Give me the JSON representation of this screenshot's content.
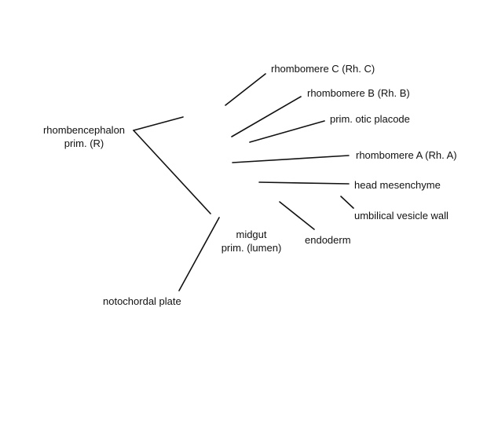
{
  "labels": {
    "rhombomere_c": "rhombomere C (Rh. C)",
    "rhombomere_b": "rhombomere B (Rh. B)",
    "otic_placode": "prim. otic placode",
    "rhombencephalon_line1": "rhombencephalon",
    "rhombencephalon_line2": "prim. (R)",
    "rhombomere_a": "rhombomere A (Rh. A)",
    "head_mesenchyme": "head mesenchyme",
    "umbilical_vesicle_wall": "umbilical vesicle wall",
    "midgut_line1": "midgut",
    "midgut_line2": "prim. (lumen)",
    "endoderm": "endoderm",
    "notochordal_plate": "notochordal plate"
  },
  "colors": {
    "line": "#111111",
    "text": "#111111",
    "background": "#ffffff"
  }
}
